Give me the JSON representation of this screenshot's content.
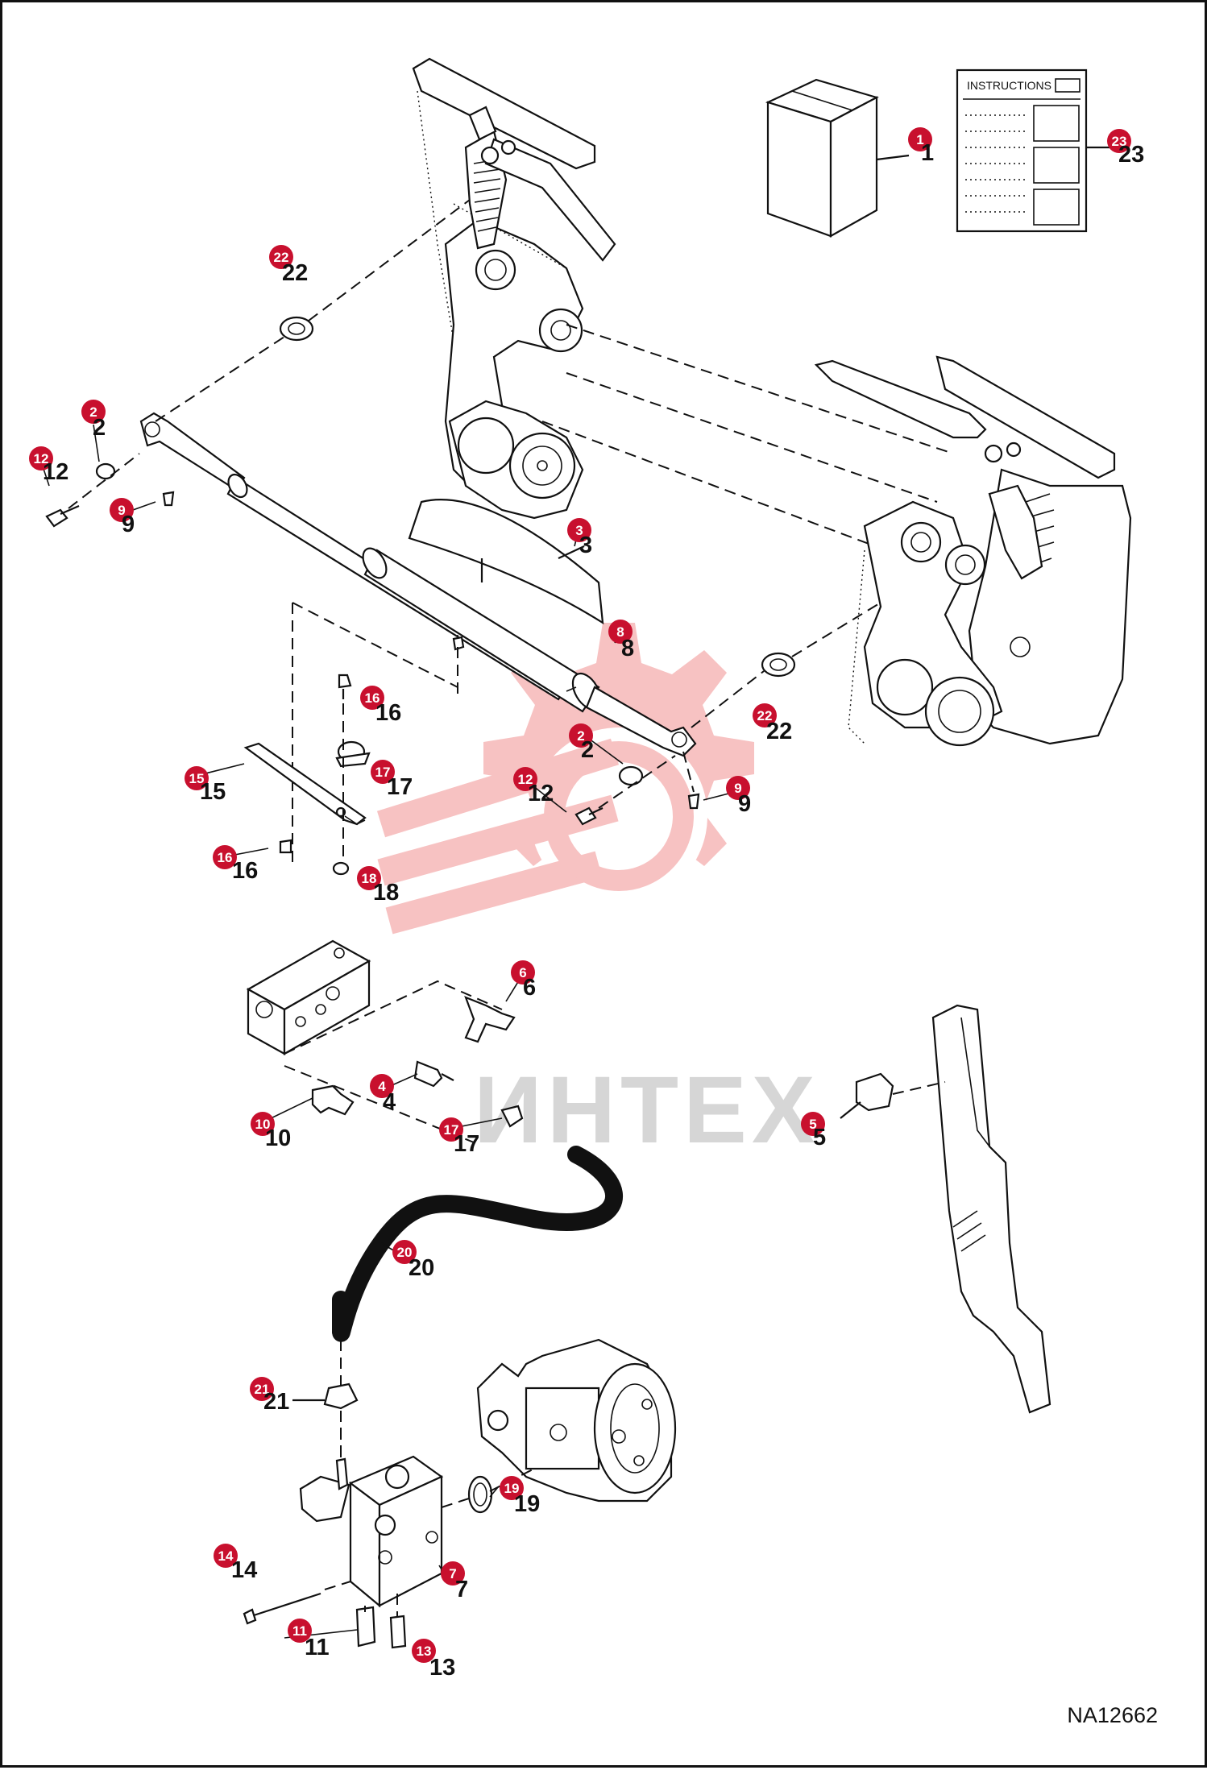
{
  "figure": {
    "drawing_id": "NA12662",
    "instructions_label": "INSTRUCTIONS",
    "watermark_text": "ИНТЕХ"
  },
  "colors": {
    "callout": "#c8102e",
    "watermark": "#f7c2c2",
    "line": "#111111"
  },
  "callouts": [
    {
      "id": "1",
      "label": "1"
    },
    {
      "id": "23",
      "label": "23"
    },
    {
      "id": "22a",
      "label": "22"
    },
    {
      "id": "2a",
      "label": "2"
    },
    {
      "id": "12a",
      "label": "12"
    },
    {
      "id": "9a",
      "label": "9"
    },
    {
      "id": "3",
      "label": "3"
    },
    {
      "id": "8",
      "label": "8"
    },
    {
      "id": "16a",
      "label": "16"
    },
    {
      "id": "17a",
      "label": "17"
    },
    {
      "id": "15",
      "label": "15"
    },
    {
      "id": "16b",
      "label": "16"
    },
    {
      "id": "18",
      "label": "18"
    },
    {
      "id": "2b",
      "label": "2"
    },
    {
      "id": "12b",
      "label": "12"
    },
    {
      "id": "9b",
      "label": "9"
    },
    {
      "id": "22b",
      "label": "22"
    },
    {
      "id": "6",
      "label": "6"
    },
    {
      "id": "4",
      "label": "4"
    },
    {
      "id": "10",
      "label": "10"
    },
    {
      "id": "17b",
      "label": "17"
    },
    {
      "id": "5",
      "label": "5"
    },
    {
      "id": "20",
      "label": "20"
    },
    {
      "id": "21",
      "label": "21"
    },
    {
      "id": "19",
      "label": "19"
    },
    {
      "id": "14",
      "label": "14"
    },
    {
      "id": "7",
      "label": "7"
    },
    {
      "id": "11",
      "label": "11"
    },
    {
      "id": "13",
      "label": "13"
    }
  ]
}
